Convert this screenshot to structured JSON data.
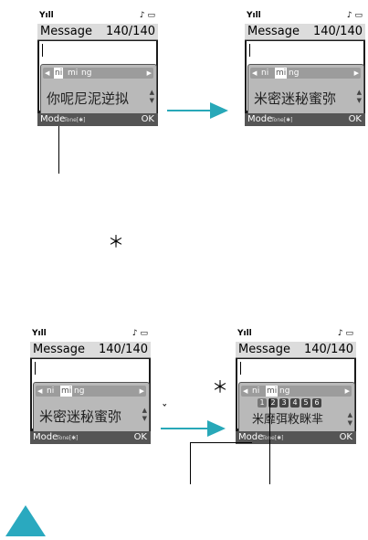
{
  "status": {
    "signal": "Yıll",
    "note_icon": "music-note-icon",
    "battery_icon": "battery-icon"
  },
  "app": {
    "title": "Message",
    "counter": "140/140"
  },
  "softkeys": {
    "left": "Mode",
    "tone": "Tone[✱]",
    "right": "OK"
  },
  "screens": {
    "s1": {
      "syllables": [
        "ni",
        "mi",
        "ng"
      ],
      "selected": 0,
      "candidates": "你呢尼泥逆拟"
    },
    "s2": {
      "syllables": [
        "ni",
        "mi",
        "ng"
      ],
      "selected": 1,
      "candidates": "米密迷秘蜜弥"
    },
    "s3": {
      "syllables": [
        "ni",
        "mi",
        "ng"
      ],
      "selected": 1,
      "candidates": "米密迷秘蜜弥"
    },
    "s4": {
      "syllables": [
        "ni",
        "mi",
        "ng"
      ],
      "selected": 1,
      "numbers": [
        "1",
        "2",
        "3",
        "4",
        "5",
        "6"
      ],
      "candidates": "米靡弭敉眯芈"
    }
  },
  "annotations": {
    "star1": "＊",
    "star2": "＊",
    "vmark": "ˇ"
  },
  "colors": {
    "accent": "#28a8b8",
    "screen_dark": "#1b1b1b"
  }
}
